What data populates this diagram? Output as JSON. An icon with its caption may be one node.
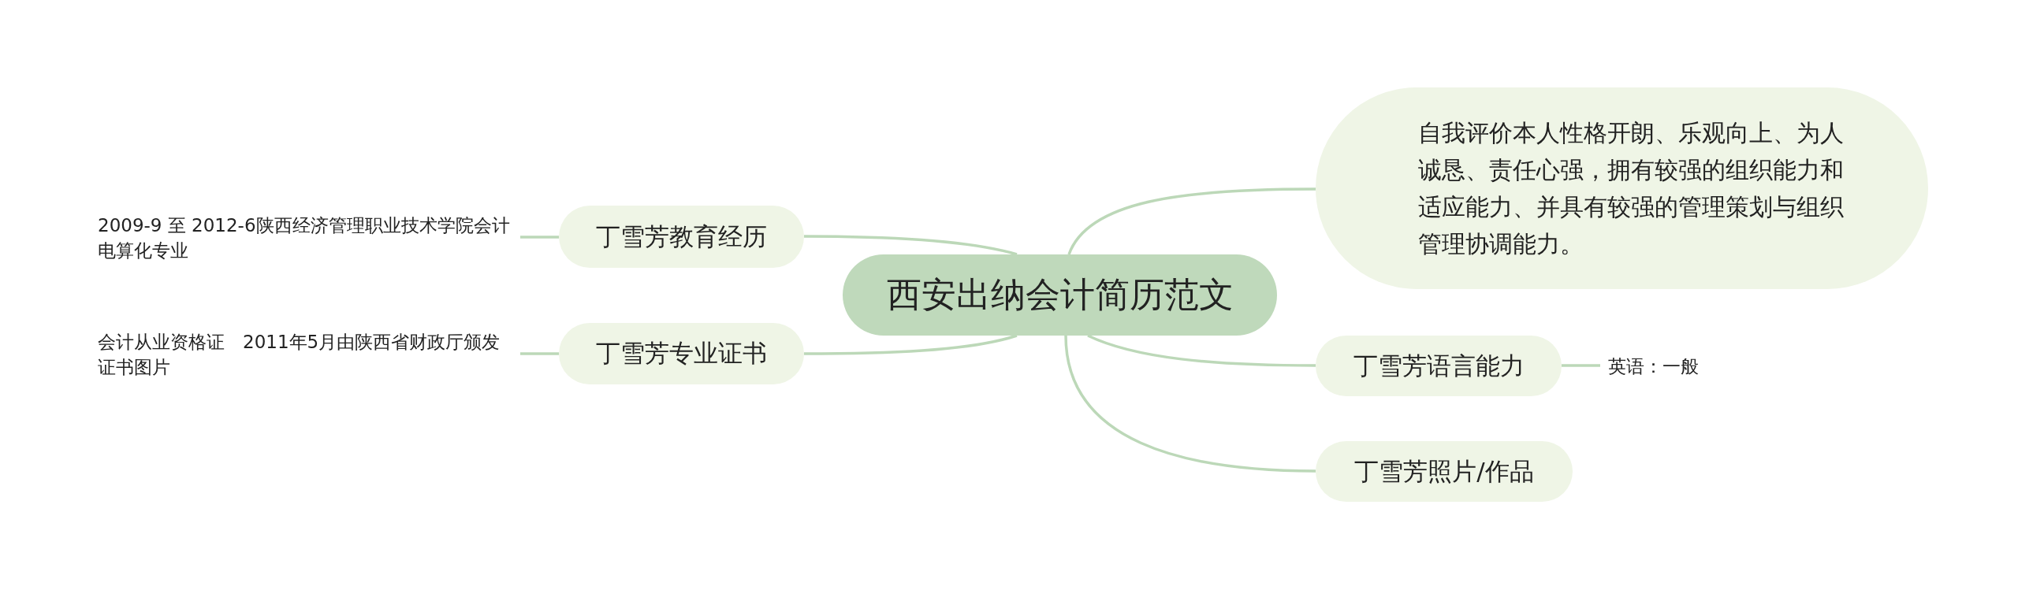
{
  "diagram": {
    "nodes": [
      {
        "text": [
          "西安出纳会计简历范文"
        ]
      },
      {
        "text": [
          "丁雪芳教育经历"
        ]
      },
      {
        "text": [
          "丁雪芳专业证书"
        ]
      },
      {
        "text": [
          "自我评价本人性格开朗、乐观向上、为人诚恳、责任心强，拥有较强的组织能力和适应能力、并具有较强的管理策划与组织管理协调能力。"
        ]
      },
      {
        "text": [
          "丁雪芳语言能力"
        ]
      },
      {
        "text": [
          "丁雪芳照片/作品"
        ]
      },
      {
        "text": [
          "2009-9 至 2012-6陕西经济管理职业技术学院会计电算化专业"
        ]
      },
      {
        "text": [
          "会计从业资格证　2011年5月由陕西省财政厅颁发证书图片"
        ]
      },
      {
        "text": [
          "英语：一般"
        ]
      }
    ],
    "edges": [
      {
        "from": 0,
        "to": 1,
        "arrow": "none"
      },
      {
        "from": 0,
        "to": 2,
        "arrow": "none"
      },
      {
        "from": 0,
        "to": 3,
        "arrow": "none"
      },
      {
        "from": 0,
        "to": 4,
        "arrow": "none"
      },
      {
        "from": 0,
        "to": 5,
        "arrow": "none"
      },
      {
        "from": 1,
        "to": 6,
        "arrow": "none"
      },
      {
        "from": 2,
        "to": 7,
        "arrow": "none"
      },
      {
        "from": 4,
        "to": 8,
        "arrow": "none"
      }
    ]
  }
}
